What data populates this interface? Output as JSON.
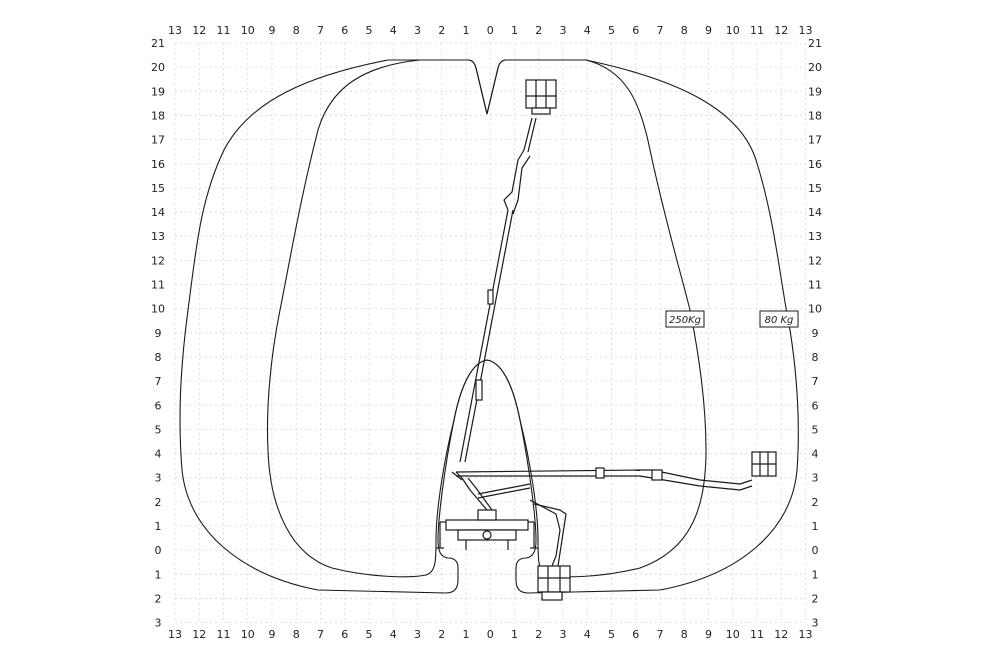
{
  "axes": {
    "x_ticks_top": [
      "13",
      "12",
      "11",
      "10",
      "9",
      "8",
      "7",
      "6",
      "5",
      "4",
      "3",
      "2",
      "1",
      "0",
      "1",
      "2",
      "3",
      "4",
      "5",
      "6",
      "7",
      "8",
      "9",
      "10",
      "11",
      "12",
      "13"
    ],
    "x_ticks_bottom": [
      "13",
      "12",
      "11",
      "10",
      "9",
      "8",
      "7",
      "6",
      "5",
      "4",
      "3",
      "2",
      "1",
      "0",
      "1",
      "2",
      "3",
      "4",
      "5",
      "6",
      "7",
      "8",
      "9",
      "10",
      "11",
      "12",
      "13"
    ],
    "y_ticks": [
      "21",
      "20",
      "19",
      "18",
      "17",
      "16",
      "15",
      "14",
      "13",
      "12",
      "11",
      "10",
      "9",
      "8",
      "7",
      "6",
      "5",
      "4",
      "3",
      "2",
      "1",
      "0",
      "1",
      "2",
      "3"
    ]
  },
  "labels": {
    "inner_envelope": "250Kg",
    "outer_envelope": "80 Kg"
  }
}
